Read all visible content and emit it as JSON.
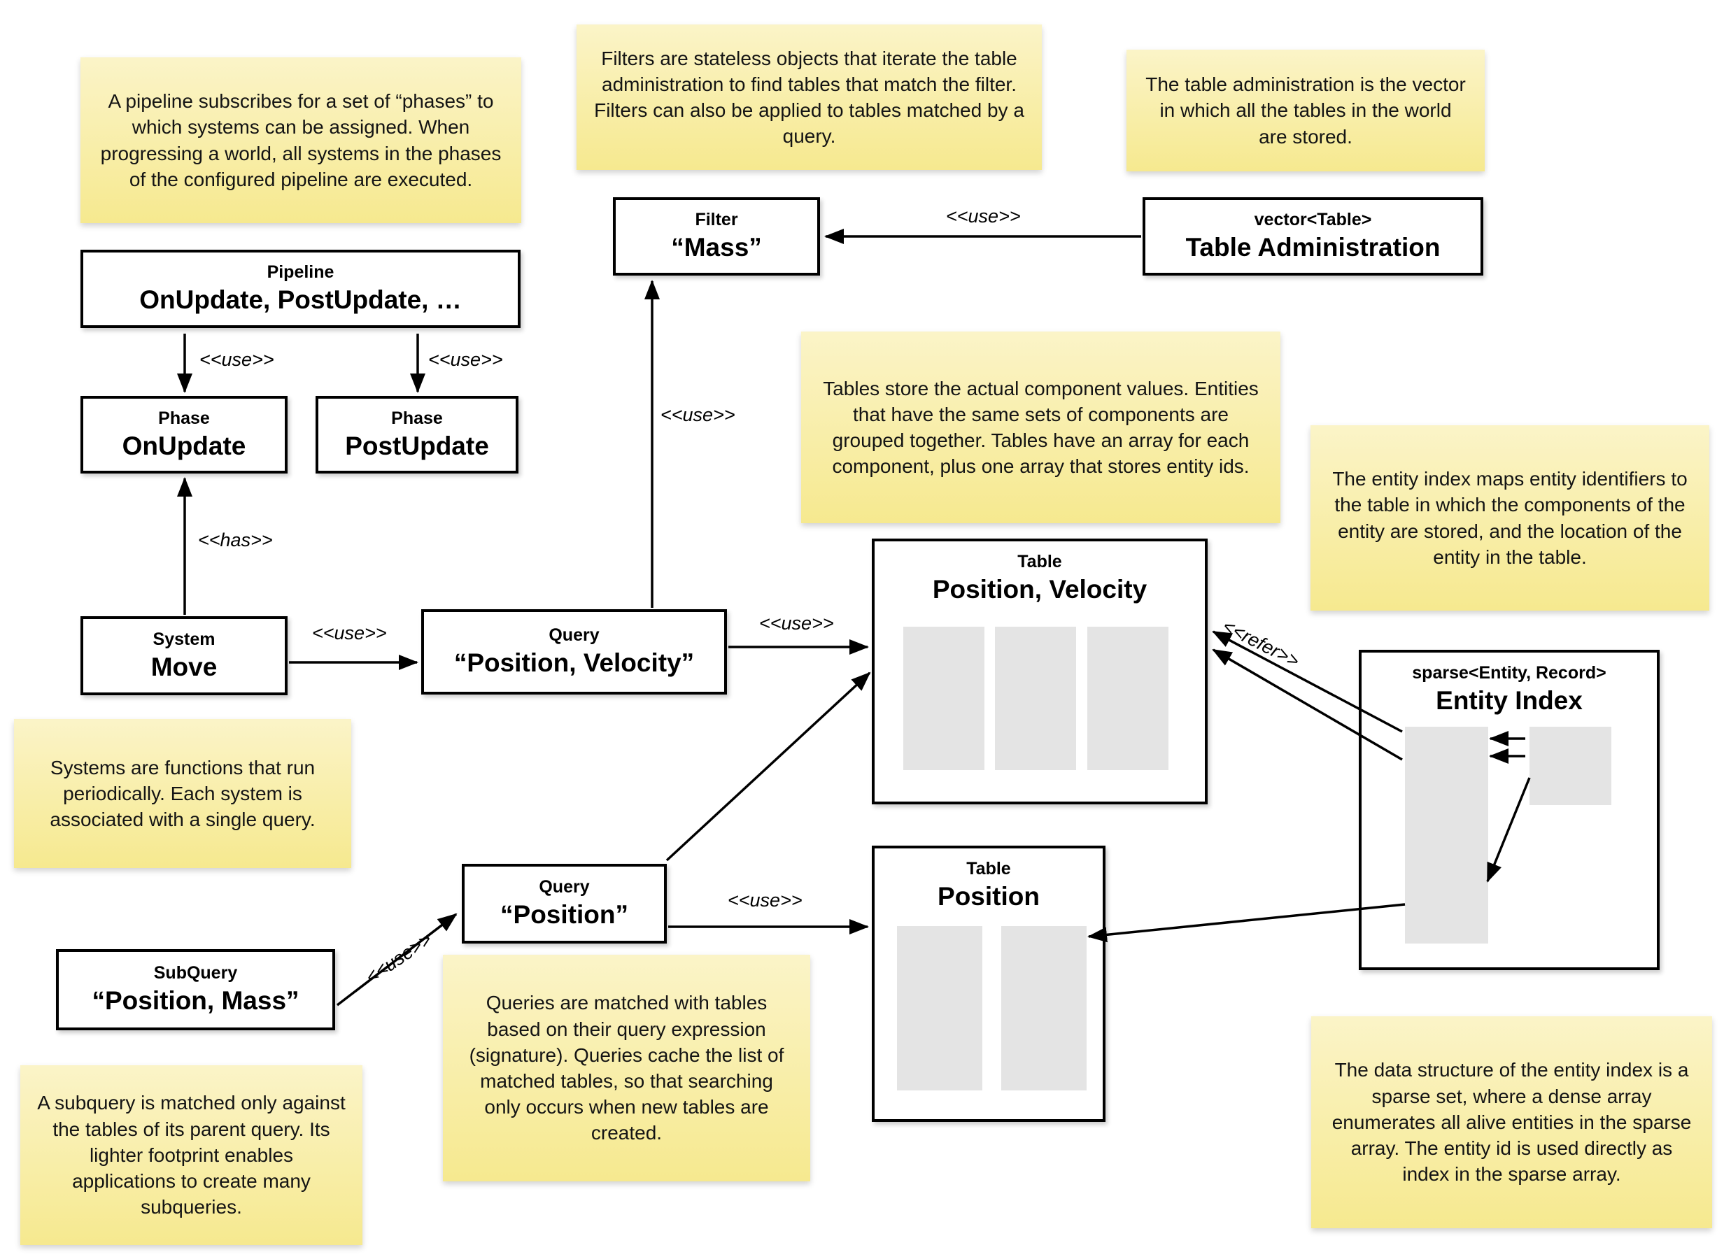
{
  "diagram": {
    "notes": {
      "pipeline": "A pipeline subscribes for a set of “phases” to which systems can be assigned. When progressing a world, all systems in the phases of the configured pipeline are executed.",
      "filters": "Filters are stateless objects that iterate the table administration to find tables that match the filter. Filters can also be applied to tables matched by a query.",
      "table_admin": "The table administration is the vector in which all the tables in the world are stored.",
      "tables": "Tables store the actual component values. Entities that have the same sets of components are grouped together. Tables have an array for each component, plus one array that stores entity ids.",
      "entity_index": "The entity index maps entity identifiers to the table in which the components of the entity are stored, and the location of the entity in the table.",
      "systems": "Systems are functions that run periodically. Each system is associated with a single query.",
      "queries": "Queries are matched with tables based on their query expression (signature). Queries cache the list of matched tables, so that searching only occurs when new tables are created.",
      "subquery": "A subquery is matched only against the tables of its parent query. Its lighter footprint enables applications to create many subqueries.",
      "sparse_set": "The data structure of the entity index is a sparse set, where a dense array enumerates all alive entities in the sparse array. The entity id is used directly as index in the sparse array."
    },
    "boxes": {
      "pipeline": {
        "title": "Pipeline",
        "label": "OnUpdate, PostUpdate, …"
      },
      "phase_onupdate": {
        "title": "Phase",
        "label": "OnUpdate"
      },
      "phase_postupdate": {
        "title": "Phase",
        "label": "PostUpdate"
      },
      "filter_mass": {
        "title": "Filter",
        "label": "“Mass”"
      },
      "table_admin": {
        "title": "vector<Table>",
        "label": "Table Administration"
      },
      "system_move": {
        "title": "System",
        "label": "Move"
      },
      "query_pv": {
        "title": "Query",
        "label": "“Position, Velocity”"
      },
      "table_pv": {
        "title": "Table",
        "label": "Position, Velocity"
      },
      "entity_index": {
        "title": "sparse<Entity, Record>",
        "label": "Entity Index"
      },
      "query_p": {
        "title": "Query",
        "label": "“Position”"
      },
      "subquery": {
        "title": "SubQuery",
        "label": "“Position, Mass”"
      },
      "table_p": {
        "title": "Table",
        "label": "Position"
      }
    },
    "stereotypes": {
      "use": "<<use>>",
      "has": "<<has>>",
      "refer": "<<refer>>"
    },
    "colors": {
      "note_top": "#fbf4c8",
      "note_bottom": "#f6e98f",
      "array_fill": "#e4e4e4",
      "line": "#000000"
    }
  }
}
